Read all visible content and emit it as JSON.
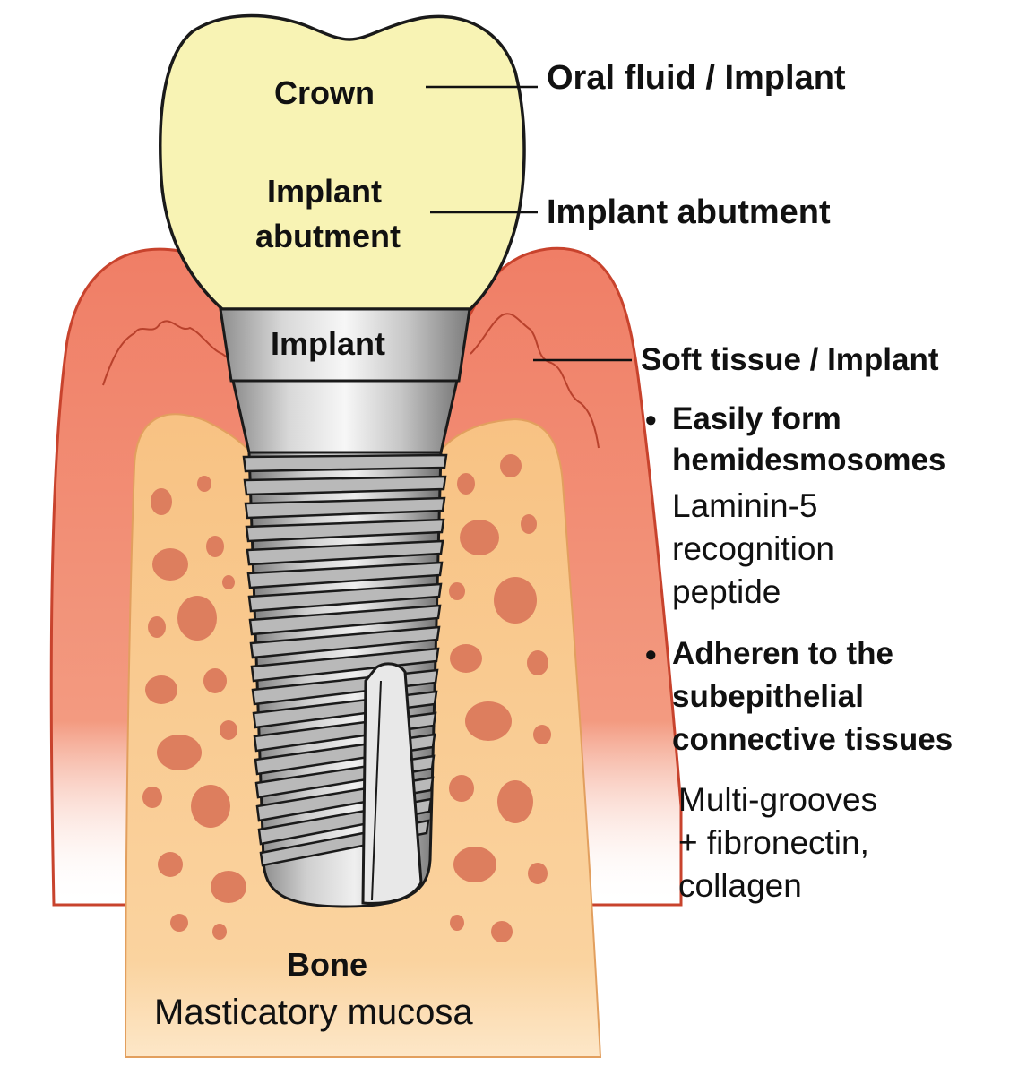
{
  "labels": {
    "crown": "Crown",
    "abutment_inner_1": "Implant",
    "abutment_inner_2": "abutment",
    "implant_collar": "Implant",
    "bone": "Bone",
    "mucosa": "Masticatory mucosa"
  },
  "callouts": {
    "oral_fluid": "Oral fluid / Implant",
    "abutment": "Implant abutment",
    "soft_tissue": "Soft tissue / Implant"
  },
  "bullets": [
    {
      "bullet": "•",
      "bold_lines": [
        "Easily form",
        "hemidesmosomes"
      ],
      "plain_lines": [
        "Laminin-5",
        "recognition",
        "peptide"
      ]
    },
    {
      "bullet": "•",
      "bold_lines": [
        "Adheren to the",
        "subepithelial",
        "connective tissues"
      ],
      "plain_lines": []
    }
  ],
  "footer_note": [
    "Multi-grooves",
    "+ fibronectin,",
    "collagen"
  ],
  "colors": {
    "crown_fill": "#f8f3b4",
    "gum_fill": "#f2836b",
    "bone_fill": "#f9c98a",
    "bone_pore": "#dd7e5e",
    "metal": "#c9c9c9",
    "outline": "#1a1a1a"
  }
}
